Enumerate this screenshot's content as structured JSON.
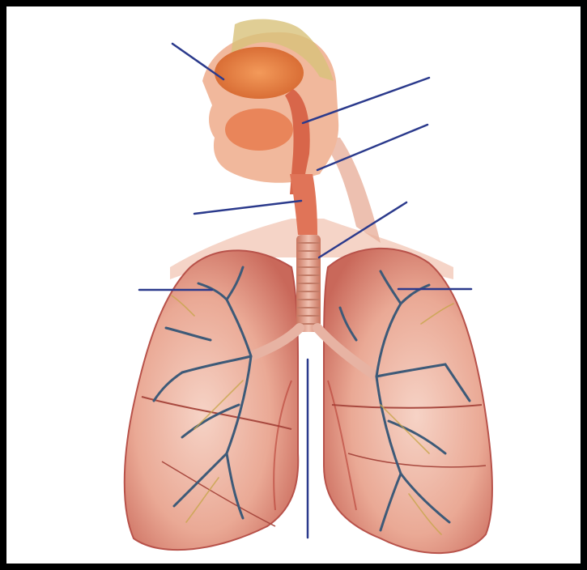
{
  "diagram": {
    "subject": "",
    "labels": [],
    "colors": {
      "frame": "#000000",
      "leader_line": "#2b3a8c",
      "lung_fill": "#e9a58f",
      "lung_edge": "#b8524a",
      "airway": "#d9755a",
      "trachea_ring": "#e7b3a3",
      "bronchi_blue": "#3d5a78",
      "nasal": "#e0783c",
      "skin": "#f0c3a8"
    },
    "icons": [
      "lung-illustration",
      "head-illustration",
      "leader-line"
    ]
  }
}
